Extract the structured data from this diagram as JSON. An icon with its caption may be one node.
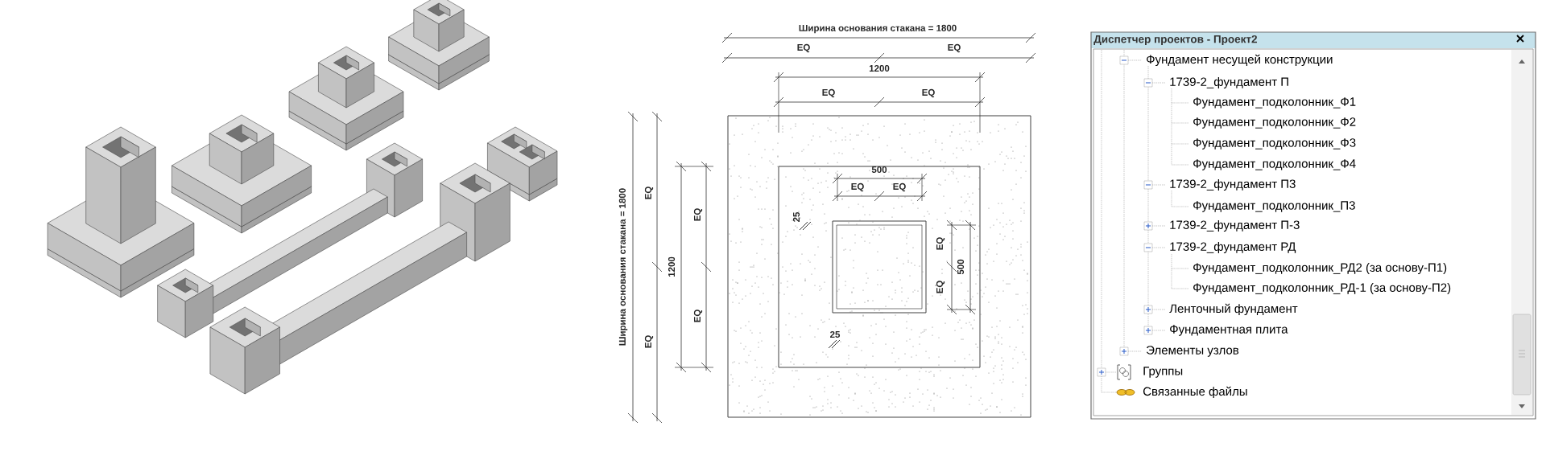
{
  "diagram": {
    "nodes": [
      {
        "text": [
          "Диспетчер проектов - Проект2"
        ]
      }
    ],
    "labels": [
      "Ширина основания стакана = 1800",
      "EQ",
      "EQ",
      "1200",
      "EQ",
      "EQ",
      "500",
      "EQ",
      "EQ",
      "25",
      "EQ",
      "500",
      "EQ",
      "25",
      "Ширина основания стакана = 1800",
      "EQ",
      "EQ",
      "EQ",
      "1200",
      "EQ",
      "Фундамент несущей конструкции",
      "1739-2_фундамент П",
      "Фундамент_подколонник_Ф1",
      "Фундамент_подколонник_Ф2",
      "Фундамент_подколонник_Ф3",
      "Фундамент_подколонник_Ф4",
      "1739-2_фундамент П3",
      "Фундамент_подколонник_П3",
      "1739-2_фундамент П-3",
      "1739-2_фундамент РД",
      "Фундамент_подколонник_РД2 (за основу-П1)",
      "Фундамент_подколонник_РД-1 (за основу-П2)",
      "Ленточный фундамент",
      "Фундаментная плита",
      "Элементы узлов",
      "Группы",
      "Связанные файлы"
    ]
  }
}
